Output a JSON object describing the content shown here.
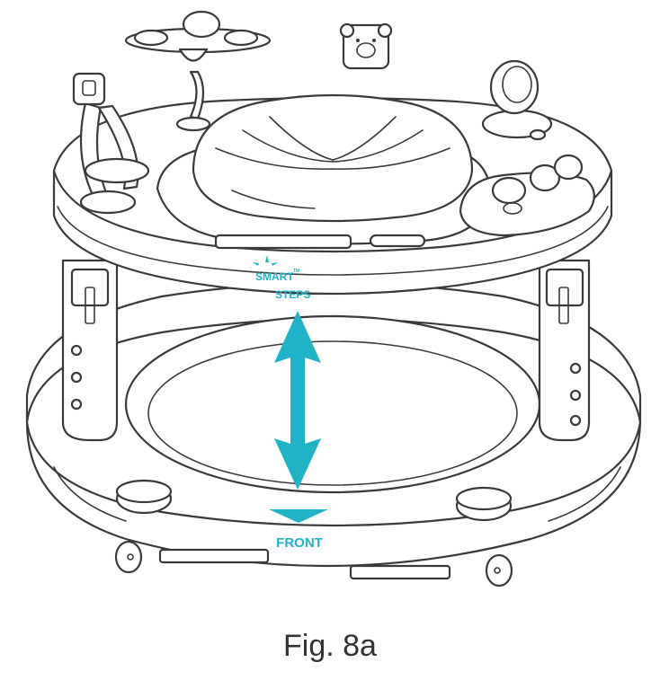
{
  "figure": {
    "caption": "Fig. 8a",
    "brand_logo": {
      "line1": "SMART",
      "line2": "STEPS",
      "trademark": "TM"
    },
    "direction_label": "FRONT",
    "arrow": {
      "type": "double-headed vertical arrow",
      "meaning": "height adjustment"
    },
    "colors": {
      "accent": "#1fb3c8",
      "outline": "#3a3a3a",
      "background": "#ffffff"
    }
  }
}
